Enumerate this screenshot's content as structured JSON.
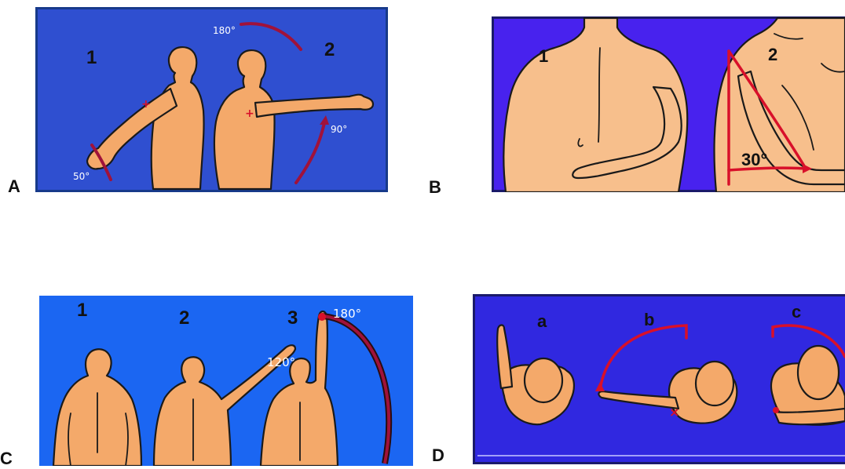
{
  "panels": {
    "A": {
      "letter": "A",
      "figures": [
        "1",
        "2"
      ],
      "angles": {
        "top": "180°",
        "right": "90°",
        "left": "50°"
      },
      "colors": {
        "background": "#2f4fd0",
        "border": "#173a8a"
      }
    },
    "B": {
      "letter": "B",
      "figures": [
        "1",
        "2"
      ],
      "angles": {
        "main": "30°"
      },
      "colors": {
        "background": "#4822ee",
        "border": "#1a1a6a"
      }
    },
    "C": {
      "letter": "C",
      "figures": [
        "1",
        "2",
        "3"
      ],
      "angles": {
        "raised": "120°",
        "full": "180°"
      },
      "colors": {
        "background": "#1b66f2"
      }
    },
    "D": {
      "letter": "D",
      "figures": [
        "a",
        "b",
        "c"
      ],
      "colors": {
        "background": "#3028e0",
        "border": "#1a1a6a"
      }
    }
  },
  "icons": {
    "marker": "red-cross-icon"
  },
  "accent": {
    "arc": "#a0123a",
    "marker": "#d8102a"
  }
}
